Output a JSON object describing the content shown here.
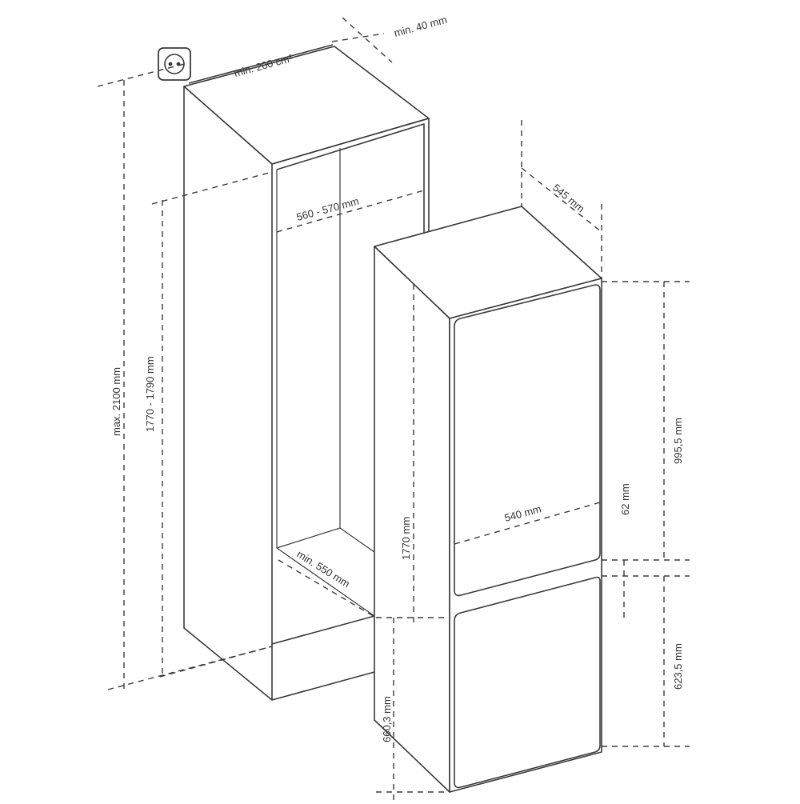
{
  "diagram": {
    "labels": {
      "vent_area": "min. 200 cm²",
      "rear_gap": "min. 40 mm",
      "cabinet_max_height": "max. 2100 mm",
      "niche_height": "1770 - 1790 mm",
      "niche_width": "560 - 570 mm",
      "niche_depth": "min. 550 mm",
      "appliance_depth": "545 mm",
      "appliance_height": "1770 mm",
      "appliance_width": "540 mm",
      "upper_door_height": "995,5 mm",
      "door_gap": "62 mm",
      "lower_door_height": "623,5 mm",
      "lower_section_height": "660,3 mm"
    }
  }
}
